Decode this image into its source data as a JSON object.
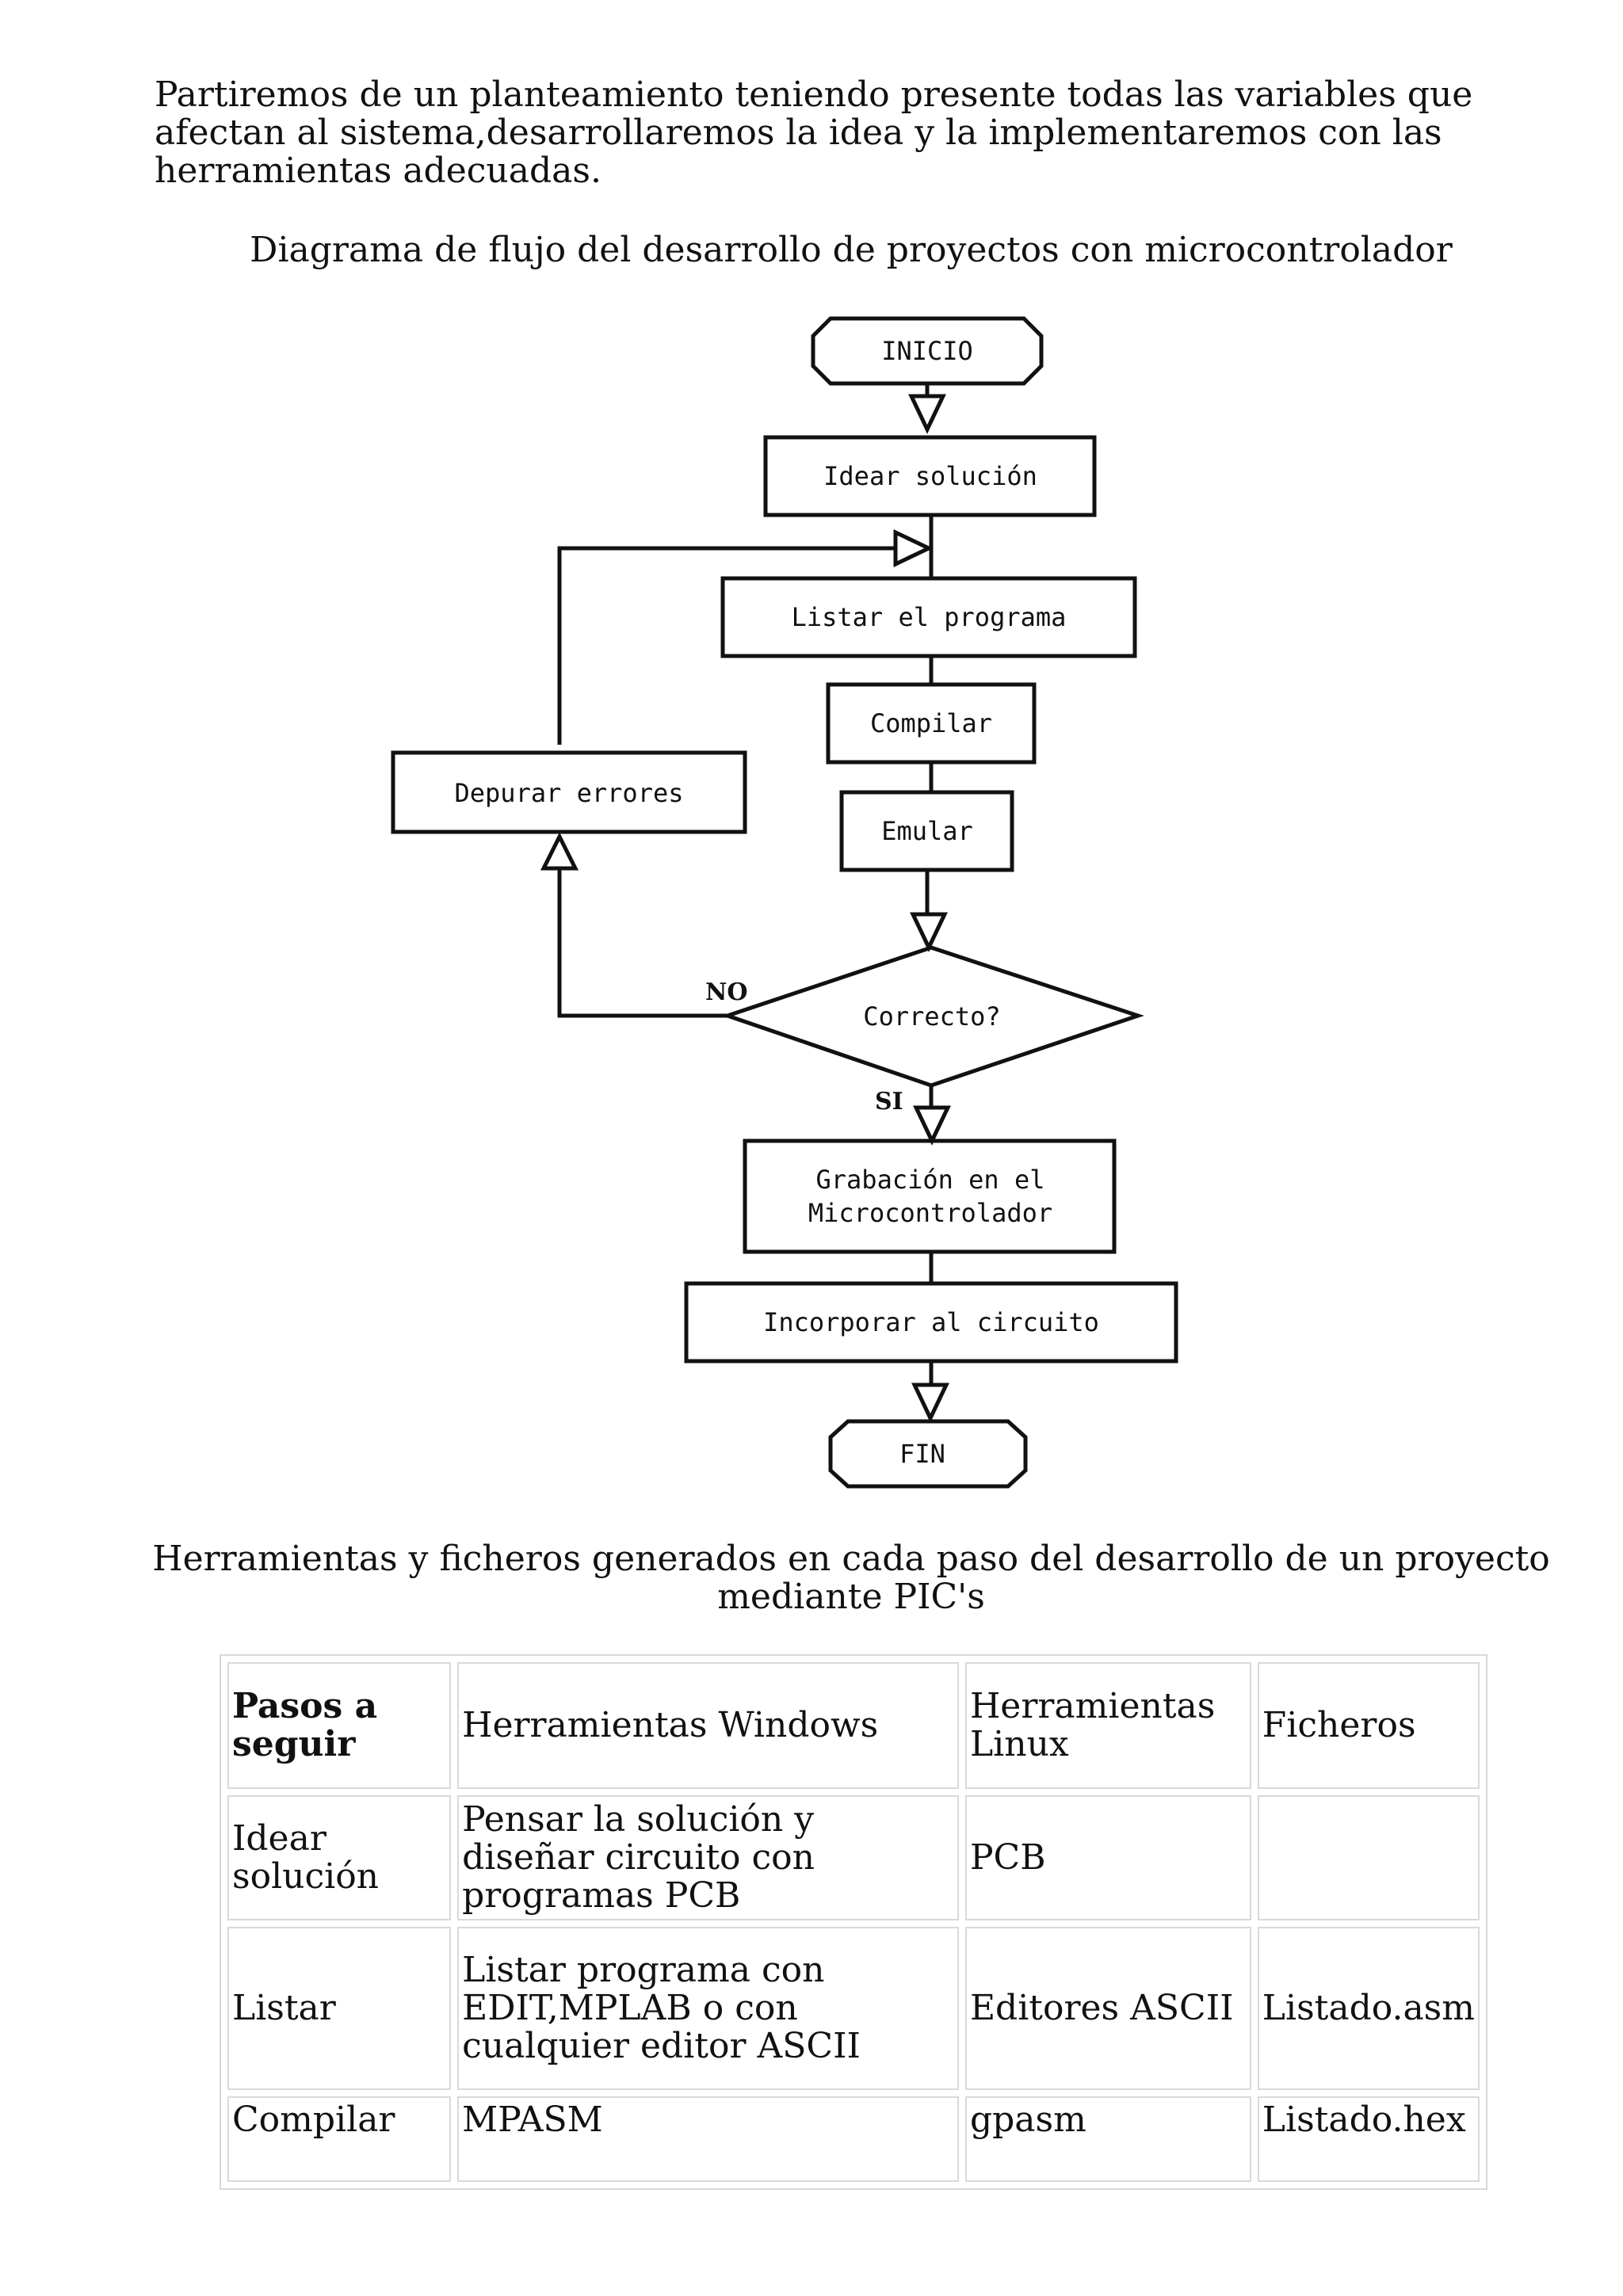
{
  "intro": "Partiremos de un planteamiento teniendo presente todas las variables que afectan al sistema,desarrollaremos la idea y la implementaremos con las herramientas adecuadas.",
  "flow_title": "Diagrama de flujo del desarrollo de proyectos con microcontrolador",
  "flowchart": {
    "start": "INICIO",
    "idear": "Idear solución",
    "listar": "Listar el programa",
    "compilar": "Compilar",
    "emular": "Emular",
    "depurar": "Depurar errores",
    "decision": "Correcto?",
    "no_label": "NO",
    "si_label": "SI",
    "grabacion_line1": "Grabación en el",
    "grabacion_line2": "Microcontrolador",
    "incorporar": "Incorporar al circuito",
    "end": "FIN"
  },
  "table_title_line1": "Herramientas y ficheros generados en cada paso del desarrollo de un proyecto",
  "table_title_line2": "mediante PIC's",
  "table": {
    "headers": [
      "Pasos a seguir",
      "Herramientas Windows",
      "Herramientas Linux",
      "Ficheros"
    ],
    "rows": [
      [
        "Idear solución",
        "Pensar la solución y diseñar circuito con programas PCB",
        "PCB",
        ""
      ],
      [
        "Listar",
        "Listar programa con EDIT,MPLAB o con cualquier editor ASCII",
        "Editores ASCII",
        "Listado.asm"
      ],
      [
        "Compilar",
        "MPASM",
        "gpasm",
        "Listado.hex"
      ]
    ]
  }
}
